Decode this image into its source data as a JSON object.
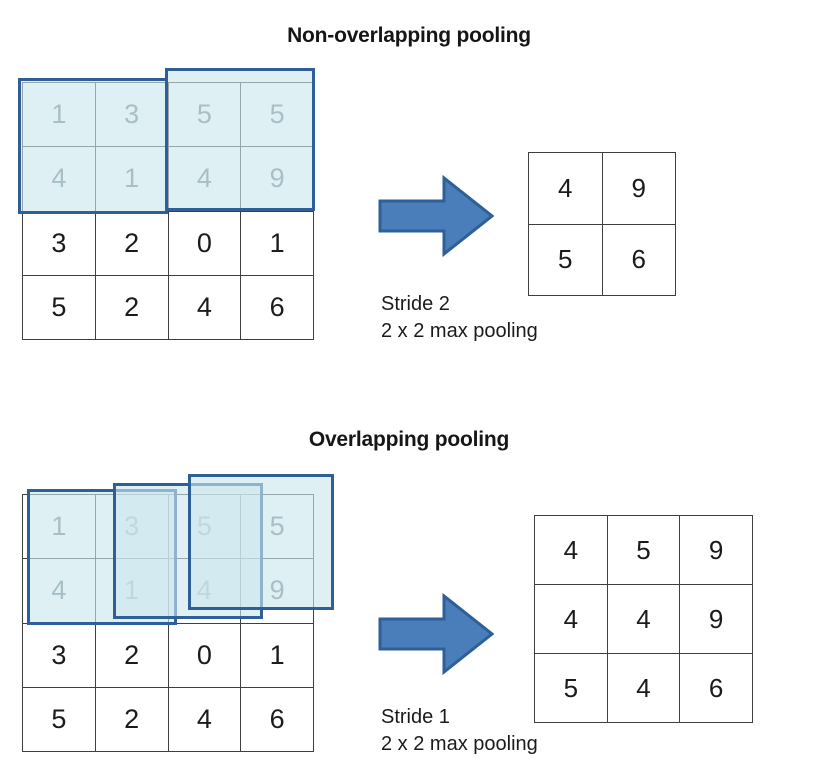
{
  "colors": {
    "arrow_fill": "#4a7ebb",
    "arrow_stroke": "#2e5f96",
    "window_border": "#2e5f96",
    "window_fill": "#dcedf1",
    "grid_line": "#3f3f3f",
    "shaded_text": "#6e7f86",
    "text": "#1b1b1b"
  },
  "sections": [
    {
      "id": "non-overlapping",
      "title": "Non-overlapping pooling",
      "input_matrix": {
        "rows": 4,
        "cols": 4,
        "values": [
          [
            "1",
            "3",
            "5",
            "5"
          ],
          [
            "4",
            "1",
            "4",
            "9"
          ],
          [
            "3",
            "2",
            "0",
            "1"
          ],
          [
            "5",
            "2",
            "4",
            "6"
          ]
        ],
        "shaded_rows": 2
      },
      "windows": [
        {
          "label": "pool-window-1"
        },
        {
          "label": "pool-window-2"
        }
      ],
      "arrow": {
        "label": "flow-arrow"
      },
      "caption": "Stride 2\n2 x 2 max pooling",
      "caption_lines": [
        "Stride 2",
        "2 x 2 max pooling"
      ],
      "output_matrix": {
        "rows": 2,
        "cols": 2,
        "values": [
          [
            "4",
            "9"
          ],
          [
            "5",
            "6"
          ]
        ]
      }
    },
    {
      "id": "overlapping",
      "title": "Overlapping pooling",
      "input_matrix": {
        "rows": 4,
        "cols": 4,
        "values": [
          [
            "1",
            "3",
            "5",
            "5"
          ],
          [
            "4",
            "1",
            "4",
            "9"
          ],
          [
            "3",
            "2",
            "0",
            "1"
          ],
          [
            "5",
            "2",
            "4",
            "6"
          ]
        ],
        "shaded_rows": 2
      },
      "windows": [
        {
          "label": "pool-window-1"
        },
        {
          "label": "pool-window-2"
        },
        {
          "label": "pool-window-3"
        }
      ],
      "arrow": {
        "label": "flow-arrow"
      },
      "caption": "Stride 1\n2 x 2 max pooling",
      "caption_lines": [
        "Stride 1",
        "2 x 2 max pooling"
      ],
      "output_matrix": {
        "rows": 3,
        "cols": 3,
        "values": [
          [
            "4",
            "5",
            "9"
          ],
          [
            "4",
            "4",
            "9"
          ],
          [
            "5",
            "4",
            "6"
          ]
        ]
      }
    }
  ]
}
